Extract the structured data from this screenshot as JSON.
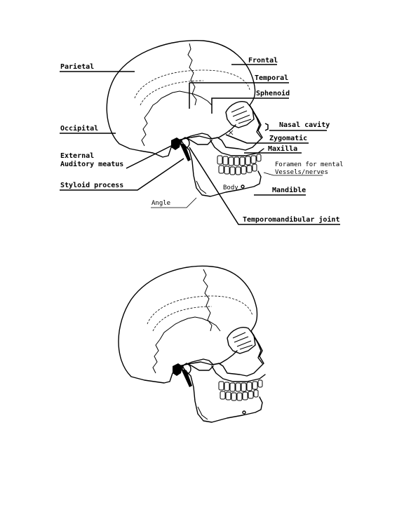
{
  "labels": {
    "parietal": "Parietal",
    "frontal": "Frontal",
    "temporal": "Temporal",
    "sphenoid": "Sphenoid",
    "nasal_cavity": "Nasal cavity",
    "zygomatic": "Zygomatic",
    "maxilla": "Maxilla",
    "occipital": "Occipital",
    "external_auditory_line1": "External",
    "external_auditory_line2": "Auditory meatus",
    "styloid": "Styloid process",
    "foramen_line1": "Foramen for mental",
    "foramen_line2": "Vessels/nerves",
    "body": "Body",
    "mandible": "Mandible",
    "angle": "Angle",
    "tmj": "Temporomandibular joint"
  }
}
